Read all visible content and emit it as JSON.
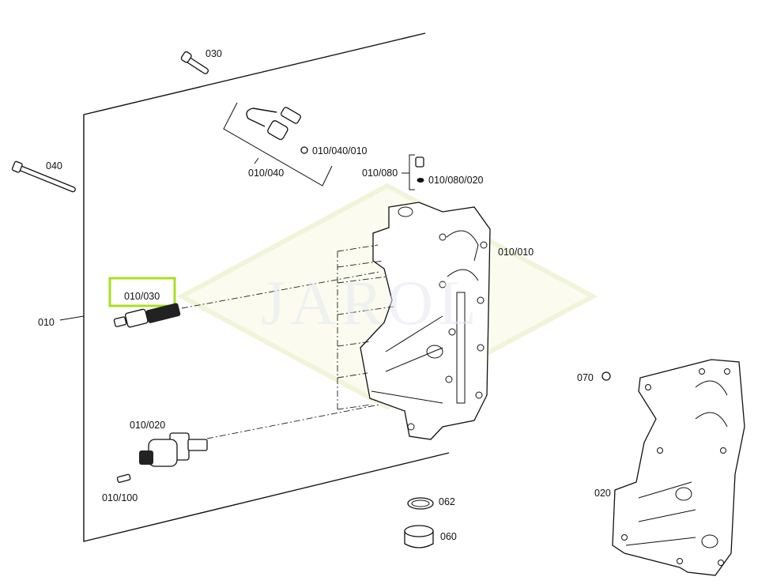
{
  "watermark": "JAROL",
  "highlight_color": "#a8e020",
  "labels": {
    "p030": "030",
    "p040": "040",
    "p010": "010",
    "p010_040": "010/040",
    "p010_040_010": "010/040/010",
    "p010_080": "010/080",
    "p010_080_020": "010/080/020",
    "p010_010": "010/010",
    "p010_030": "010/030",
    "p010_020": "010/020",
    "p010_100": "010/100",
    "p070": "070",
    "p020": "020",
    "p062": "062",
    "p060": "060"
  }
}
